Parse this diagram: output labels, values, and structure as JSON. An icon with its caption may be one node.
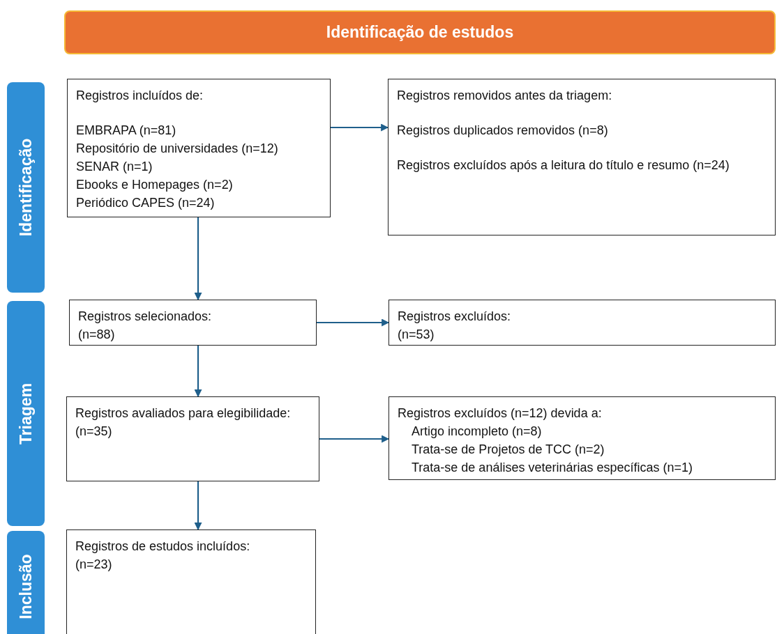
{
  "diagram": {
    "nodes": [
      {
        "text": [
          "Identificação de estudos"
        ]
      },
      {
        "text": [
          "Identificação"
        ]
      },
      {
        "text": [
          "Triagem"
        ]
      },
      {
        "text": [
          "Inclusão"
        ]
      },
      {
        "text": [
          "Registros incluídos de:",
          "EMBRAPA (n=81)",
          "Repositório de universidades (n=12)",
          "SENAR (n=1)",
          "Ebooks e Homepages (n=2)",
          "Periódico CAPES (n=24)"
        ]
      },
      {
        "text": [
          "Registros removidos antes da triagem:",
          "Registros duplicados removidos (n=8)",
          "Registros excluídos após a leitura do título e resumo (n=24)"
        ]
      },
      {
        "text": [
          "Registros selecionados:",
          "(n=88)"
        ]
      },
      {
        "text": [
          "Registros excluídos:",
          "(n=53)"
        ]
      },
      {
        "text": [
          "Registros avaliados para elegibilidade:",
          "(n=35)"
        ]
      },
      {
        "text": [
          "Registros excluídos (n=12) devida a:",
          "Artigo incompleto (n=8)",
          "Trata-se de Projetos de TCC (n=2)",
          "Trata-se de análises veterinárias específicas (n=1)"
        ]
      },
      {
        "text": [
          "Registros de estudos incluídos:",
          "(n=23)"
        ]
      }
    ],
    "edges": [
      {
        "from": 4,
        "to": 5,
        "arrow": "to"
      },
      {
        "from": 4,
        "to": 6,
        "arrow": "to"
      },
      {
        "from": 6,
        "to": 7,
        "arrow": "to"
      },
      {
        "from": 6,
        "to": 8,
        "arrow": "to"
      },
      {
        "from": 8,
        "to": 9,
        "arrow": "to"
      },
      {
        "from": 8,
        "to": 10,
        "arrow": "to"
      }
    ]
  }
}
